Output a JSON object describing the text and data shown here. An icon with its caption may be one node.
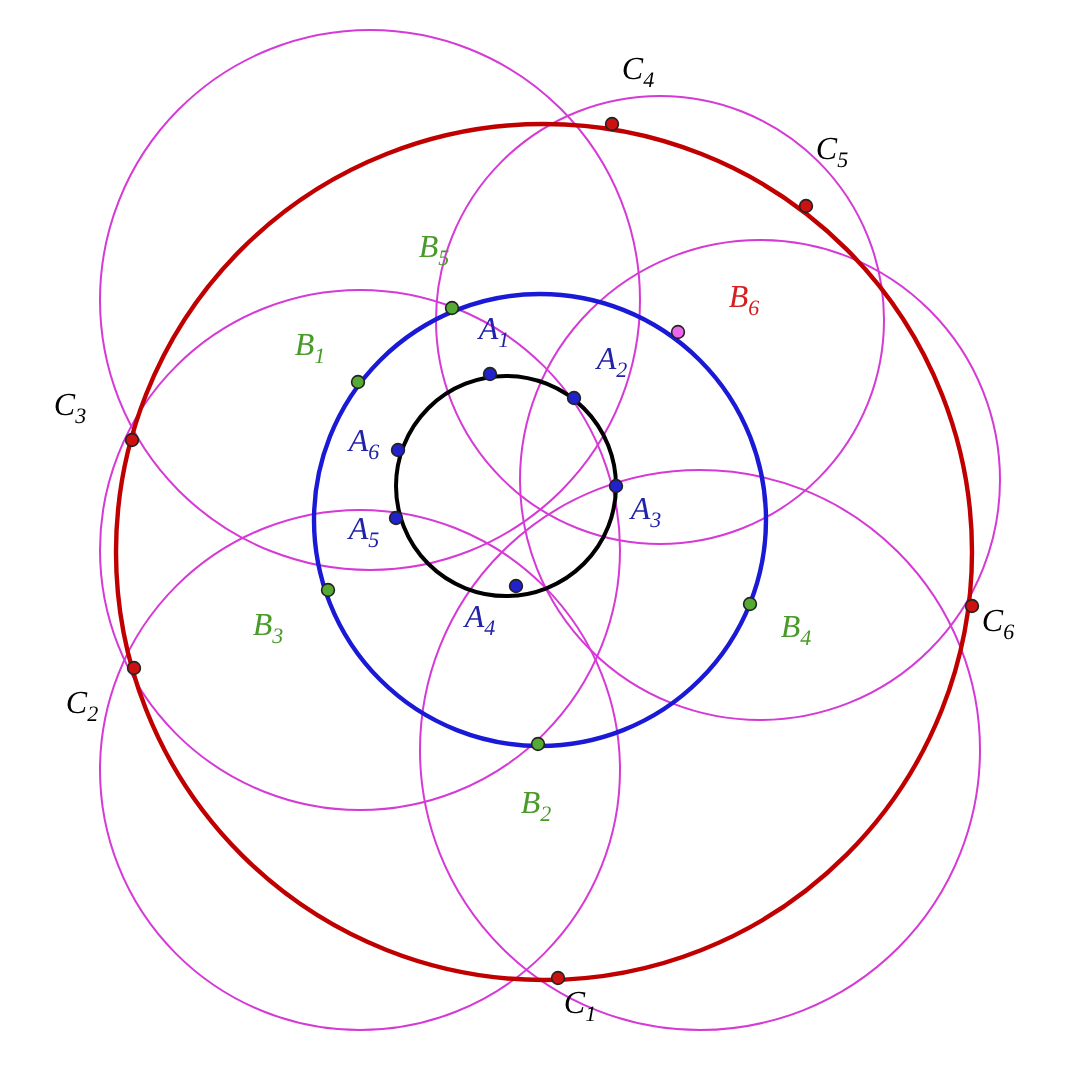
{
  "diagram": {
    "labels": [
      "C$_{4}$",
      "C$_{5}$",
      "B$_{5}$",
      "B$_{6}$",
      "B$_{1}$",
      "A$_{1}$",
      "A$_{2}$",
      "C$_{3}$",
      "A$_{6}$",
      "A$_{3}$",
      "A$_{5}$",
      "C$_{6}$",
      "B$_{3}$",
      "A$_{4}$",
      "B$_{4}$",
      "C$_{2}$",
      "B$_{2}$",
      "C$_{1}$"
    ]
  }
}
